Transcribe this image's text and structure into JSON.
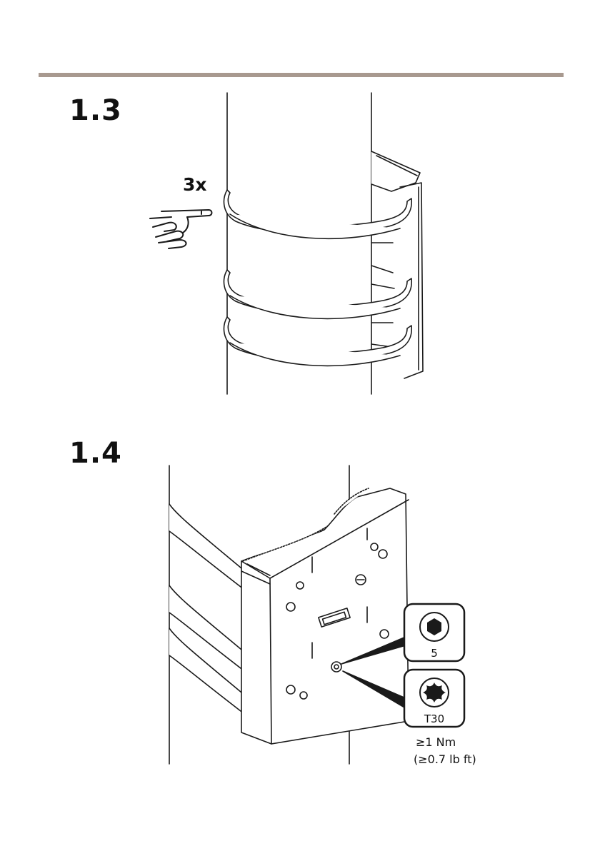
{
  "step1": {
    "number": "1.3",
    "repeat": "3x"
  },
  "step2": {
    "number": "1.4",
    "hex_tool": {
      "size": "5",
      "icon": "hex-key-icon"
    },
    "torx_tool": {
      "size": "T30",
      "icon": "torx-bit-icon"
    },
    "torque_metric": "≥1 Nm",
    "torque_imperial": "(≥0.7 lb ft)"
  },
  "colors": {
    "divider": "#a8998f",
    "line": "#1a1a1a",
    "fill": "#ffffff"
  }
}
